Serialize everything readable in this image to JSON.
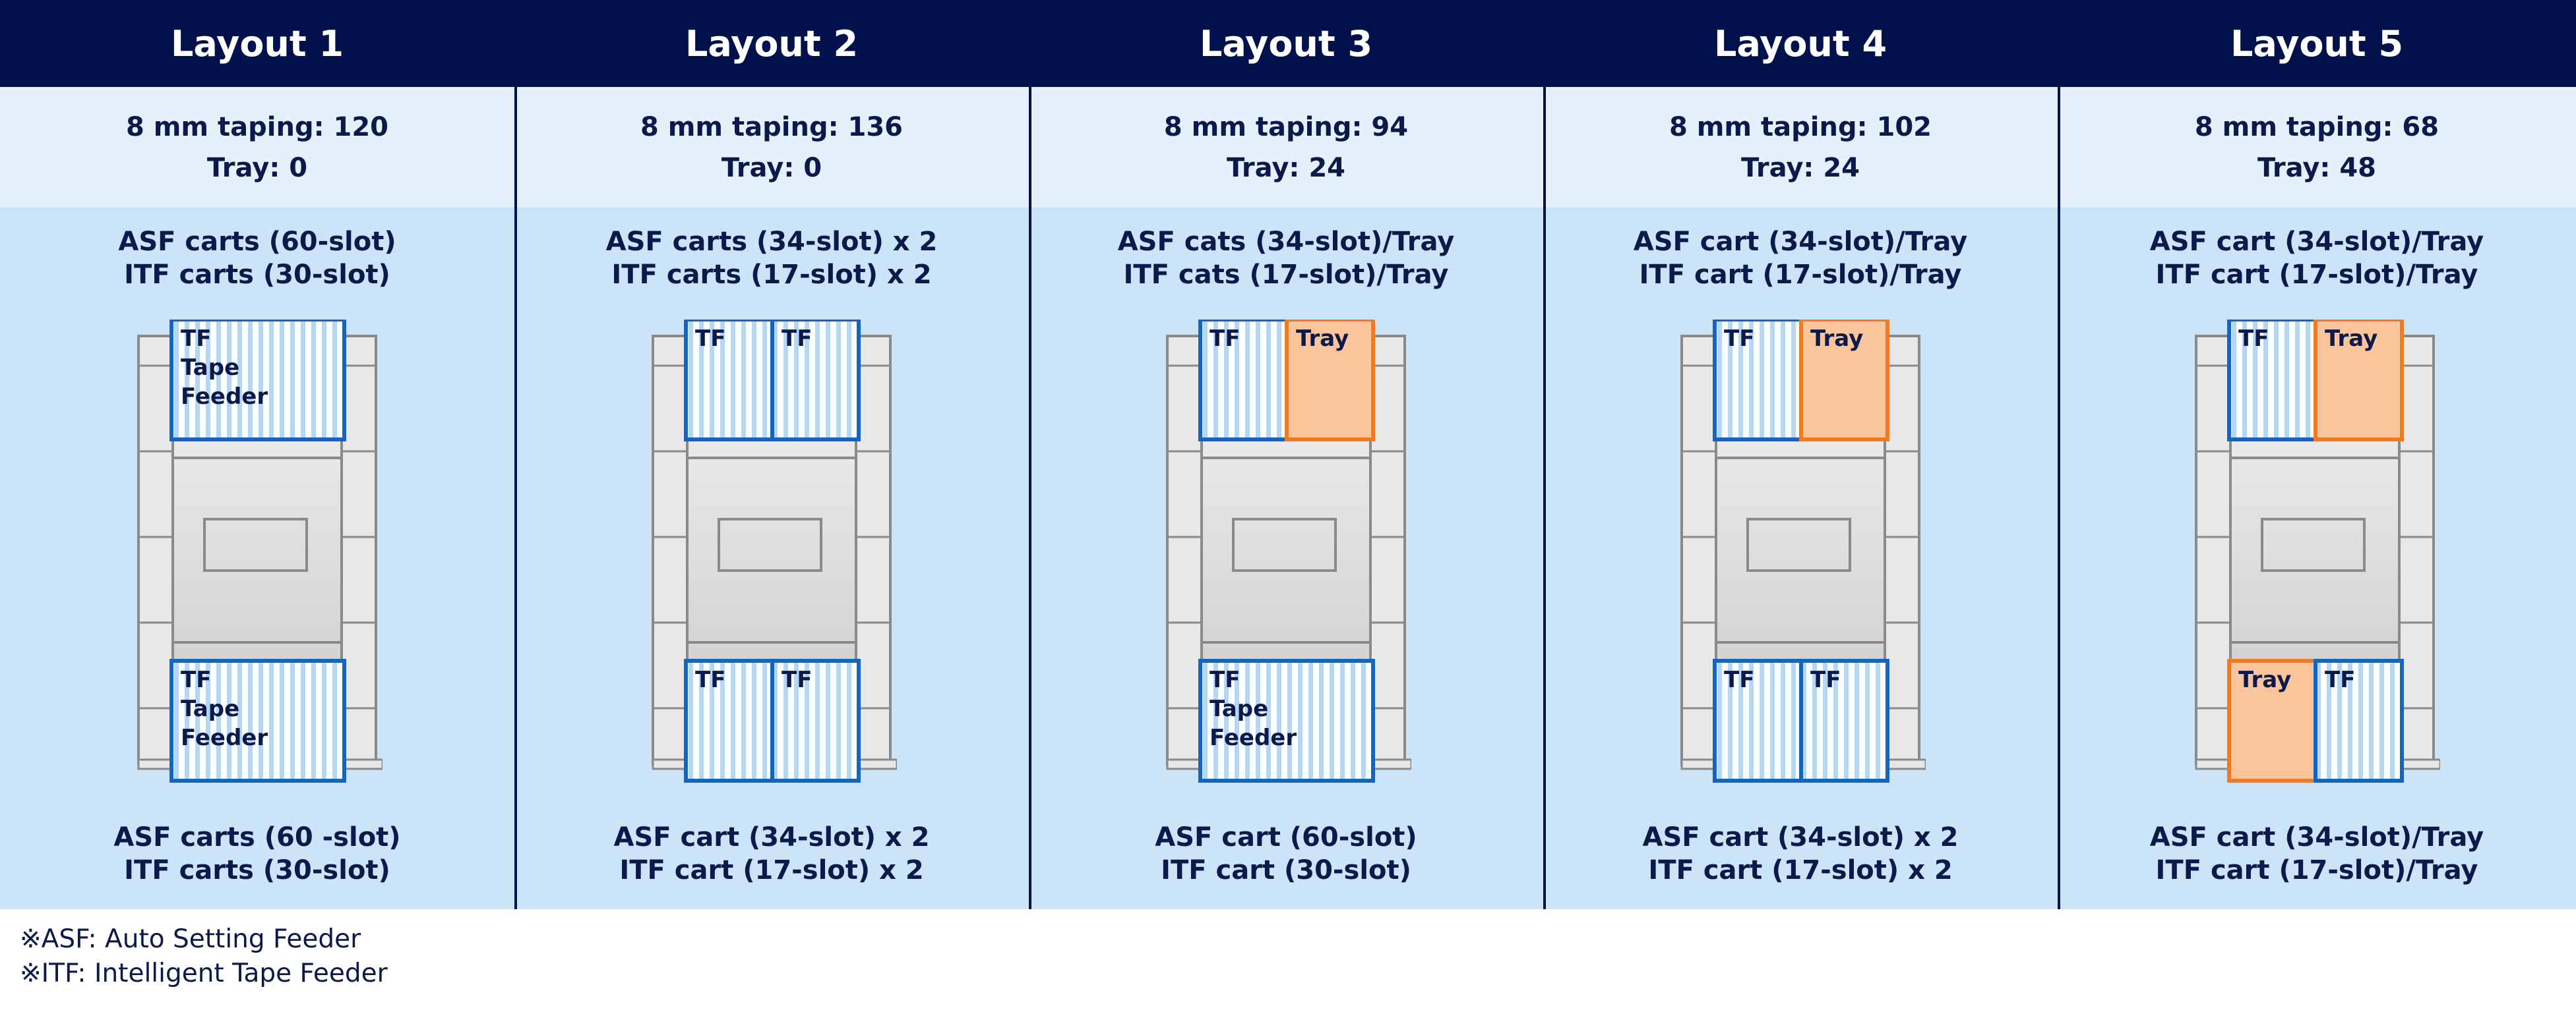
{
  "layouts": [
    {
      "title": "Layout 1",
      "summary": [
        "8 mm taping: 120",
        "Tray: 0"
      ],
      "top_caption": [
        "ASF carts (60-slot)",
        "ITF carts (30-slot)"
      ],
      "bottom_caption": [
        "ASF carts (60 -slot)",
        "ITF carts (30-slot)"
      ],
      "top_feeders": [
        {
          "kind": "tf-full",
          "label": "TF\nTape\nFeeder"
        }
      ],
      "bottom_feeders": [
        {
          "kind": "tf-full",
          "label": "TF\nTape\nFeeder"
        }
      ]
    },
    {
      "title": "Layout 2",
      "summary": [
        "8 mm taping: 136",
        "Tray: 0"
      ],
      "top_caption": [
        "ASF carts (34-slot) x 2",
        "ITF carts (17-slot) x 2"
      ],
      "bottom_caption": [
        "ASF cart (34-slot) x 2",
        "ITF cart (17-slot) x 2"
      ],
      "top_feeders": [
        {
          "kind": "tf",
          "label": "TF"
        },
        {
          "kind": "tf",
          "label": "TF"
        }
      ],
      "bottom_feeders": [
        {
          "kind": "tf",
          "label": "TF"
        },
        {
          "kind": "tf",
          "label": "TF"
        }
      ]
    },
    {
      "title": "Layout 3",
      "summary": [
        "8 mm taping: 94",
        "Tray: 24"
      ],
      "top_caption": [
        "ASF cats (34-slot)/Tray",
        "ITF cats (17-slot)/Tray"
      ],
      "bottom_caption": [
        "ASF cart  (60-slot)",
        "ITF cart   (30-slot)"
      ],
      "top_feeders": [
        {
          "kind": "tf",
          "label": "TF"
        },
        {
          "kind": "tray",
          "label": "Tray"
        }
      ],
      "bottom_feeders": [
        {
          "kind": "tf-full",
          "label": "TF\nTape\nFeeder"
        }
      ]
    },
    {
      "title": "Layout 4",
      "summary": [
        "8 mm taping: 102",
        "Tray: 24"
      ],
      "top_caption": [
        "ASF cart (34-slot)/Tray",
        "ITF cart (17-slot)/Tray"
      ],
      "bottom_caption": [
        "ASF cart (34-slot) x 2",
        "ITF cart (17-slot) x 2"
      ],
      "top_feeders": [
        {
          "kind": "tf",
          "label": "TF"
        },
        {
          "kind": "tray",
          "label": "Tray"
        }
      ],
      "bottom_feeders": [
        {
          "kind": "tf",
          "label": "TF"
        },
        {
          "kind": "tf",
          "label": "TF"
        }
      ]
    },
    {
      "title": "Layout 5",
      "summary": [
        "8 mm taping: 68",
        "Tray: 48"
      ],
      "top_caption": [
        "ASF cart (34-slot)/Tray",
        "ITF cart (17-slot)/Tray"
      ],
      "bottom_caption": [
        "ASF cart (34-slot)/Tray",
        "ITF cart (17-slot)/Tray"
      ],
      "top_feeders": [
        {
          "kind": "tf",
          "label": "TF"
        },
        {
          "kind": "tray",
          "label": "Tray"
        }
      ],
      "bottom_feeders": [
        {
          "kind": "tray",
          "label": "Tray"
        },
        {
          "kind": "tf",
          "label": "TF"
        }
      ]
    }
  ],
  "notes": [
    "※ASF: Auto Setting Feeder",
    "※ITF: Intelligent Tape Feeder"
  ],
  "colors": {
    "header_bg": "#01114c",
    "summary_bg": "#e4f1fb",
    "body_bg": "#cce4f7",
    "tf_border": "#1565c0",
    "tf_stripe": "#b7d6f2",
    "tray_fill": "#fbc49a",
    "tray_border": "#f47a1f",
    "machine_gray": "#8a8a8a"
  }
}
